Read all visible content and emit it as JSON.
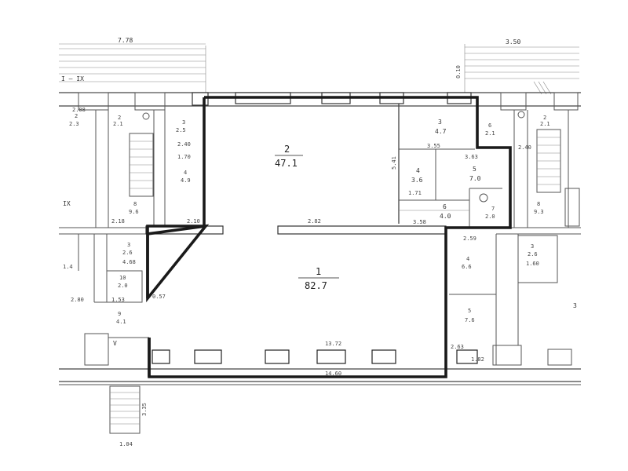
{
  "plan": {
    "dimensions": {
      "top_left_width": "7.78",
      "top_right_width": "3.50",
      "front_dim_total": "14.60",
      "front_dim_inner": "13.72"
    },
    "section_marks": {
      "section_top_left": "I – IX",
      "section_left_mid": "IX",
      "section_bottom_left": "V",
      "section_right": "3"
    },
    "rooms": [
      {
        "id": "1",
        "area": "82.7"
      },
      {
        "id": "2",
        "area": "47.1"
      },
      {
        "id": "3",
        "area": "4.7"
      },
      {
        "id": "4",
        "area": "3.6"
      },
      {
        "id": "5",
        "area": "7.0"
      },
      {
        "id": "6",
        "area": "4.0"
      },
      {
        "id": "7",
        "area": "2.0"
      }
    ],
    "room_dims": {
      "r3_w": "3.55",
      "r5_w": "3.63",
      "r4_w": "1.71",
      "r6_w": "3.58",
      "corr_w": "2.82",
      "r2_left": "2.10",
      "r2_left_h": "5.41"
    },
    "adjacent_left": [
      {
        "id": "2",
        "area": "2.3",
        "dim": "2.08"
      },
      {
        "id": "2",
        "area": "2.1"
      },
      {
        "id": "3",
        "area": "2.5",
        "dim": "2.40"
      },
      {
        "id": "4",
        "area": "4.9",
        "dim": "1.70"
      },
      {
        "id": "8",
        "area": "9.6"
      },
      {
        "id": "3",
        "area": "2.6",
        "dim": "4.68"
      },
      {
        "id": "10",
        "area": "2.0",
        "dim": "1.53"
      },
      {
        "id": "9",
        "area": "4.1"
      }
    ],
    "adjacent_right": [
      {
        "id": "6",
        "area": "2.1",
        "dim": "2.40"
      },
      {
        "id": "2",
        "area": "2.1"
      },
      {
        "id": "4",
        "area": "6.6",
        "dim": "2.59"
      },
      {
        "id": "5",
        "area": "7.6"
      },
      {
        "id": "8",
        "area": "9.3"
      },
      {
        "id": "3",
        "area": "2.6",
        "dim": "1.60"
      }
    ],
    "misc_dims": {
      "left_2_80": "2.80",
      "left_0_57": "0.57",
      "left_2_18": "2.18",
      "left_1_4": "1.4",
      "right_2_63": "2.63",
      "right_1_82": "1.82",
      "bottom_3_35": "3.35",
      "bottom_1_04": "1.04",
      "top_0_10": "0.10"
    }
  }
}
